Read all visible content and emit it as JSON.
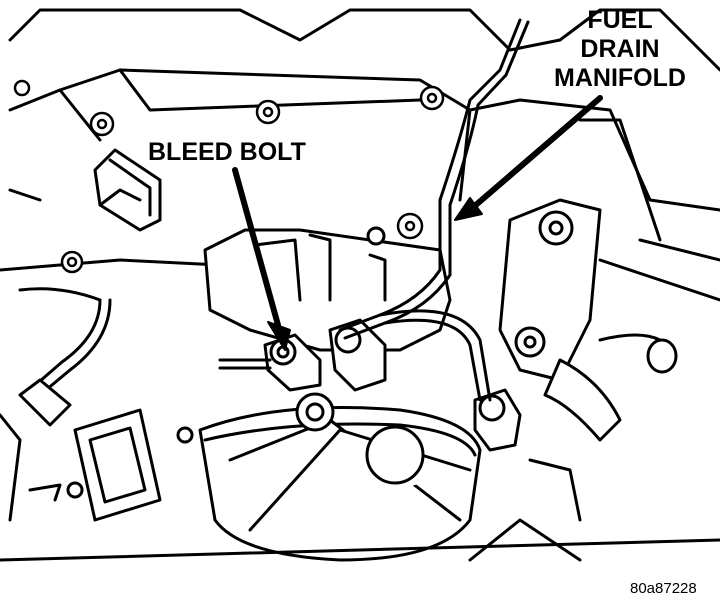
{
  "labels": {
    "fuel_drain_line1": "FUEL",
    "fuel_drain_line2": "DRAIN",
    "fuel_drain_line3": "MANIFOLD",
    "bleed_bolt": "BLEED BOLT"
  },
  "figure_id": "80a87228",
  "colors": {
    "ink": "#000000",
    "paper": "#ffffff"
  }
}
